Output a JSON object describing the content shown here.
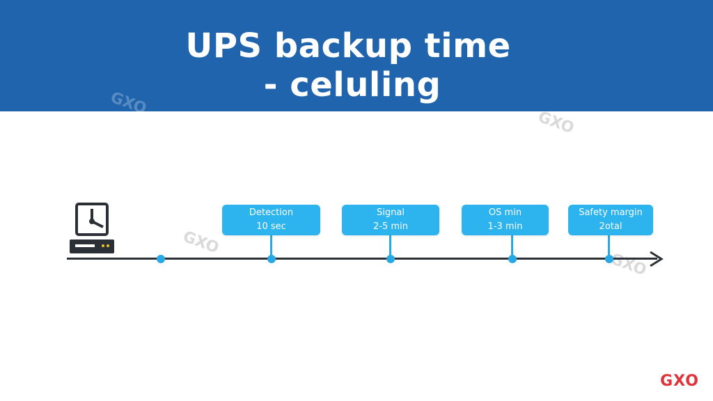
{
  "title": {
    "line1": "UPS backup time",
    "line2": "- celuling"
  },
  "steps": [
    {
      "label": "Detection",
      "value": "10 sec"
    },
    {
      "label": "Signal",
      "value": "2-5 min"
    },
    {
      "label": "OS min",
      "value": "1-3 min"
    },
    {
      "label": "Safety margin",
      "value": "2otal"
    }
  ],
  "watermark": "GXO",
  "brand": "GXO",
  "colors": {
    "header": "#1f64ad",
    "accent": "#2db4ee",
    "line": "#2b2f36",
    "brand": "#e0323a"
  }
}
